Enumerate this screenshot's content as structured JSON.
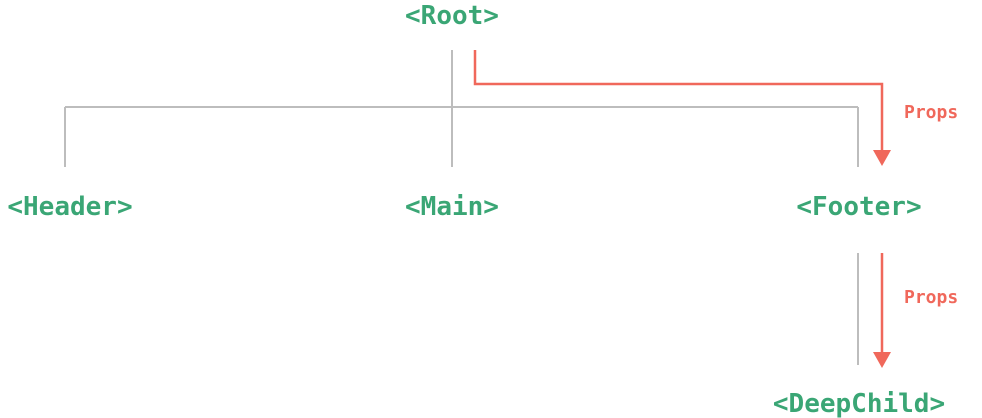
{
  "nodes": {
    "root": "<Root>",
    "header": "<Header>",
    "main": "<Main>",
    "footer": "<Footer>",
    "deepchild": "<DeepChild>"
  },
  "edges": {
    "root_to_footer_label": "Props",
    "footer_to_deepchild_label": "Props"
  },
  "colors": {
    "node_text": "#3aa675",
    "tree_lines": "#bdbdbd",
    "props_flow": "#f0685b"
  }
}
